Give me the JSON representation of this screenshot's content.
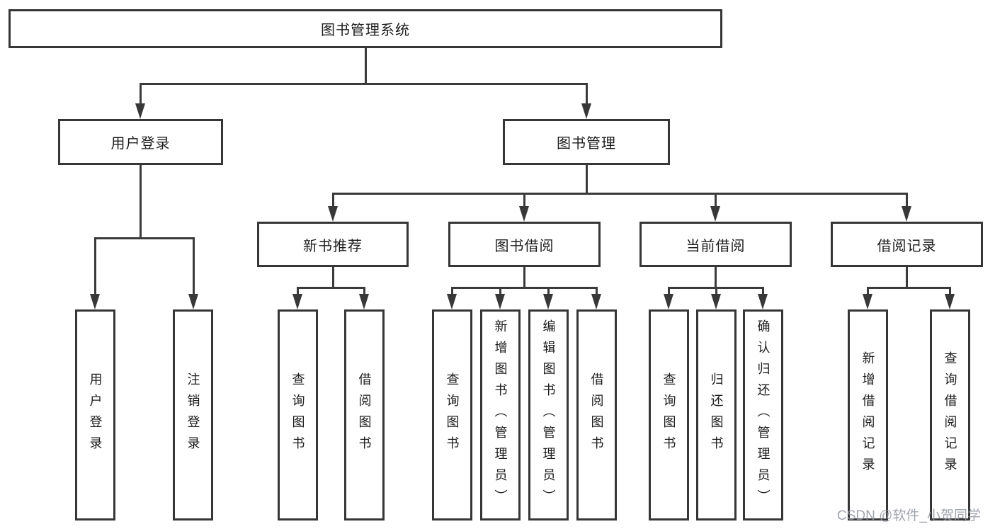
{
  "nodes": {
    "root": "图书管理系统",
    "level2": [
      "用户登录",
      "图书管理"
    ],
    "level3": [
      "新书推荐",
      "图书借阅",
      "当前借阅",
      "借阅记录"
    ],
    "leaves": [
      "用户登录",
      "注销登录",
      "查询图书",
      "借阅图书",
      "查询图书",
      "新增图书（管理员）",
      "编辑图书（管理员）",
      "借阅图书",
      "查询图书",
      "归还图书",
      "确认归还（管理员）",
      "新增借阅记录",
      "查询借阅记录"
    ]
  },
  "watermark": "CSDN @软件_小贺同学",
  "colors": {
    "line": "#3a3a3a",
    "border": "#363636",
    "text": "#1c1c1c",
    "watermark": "#90959f",
    "background": "#ffffff"
  }
}
